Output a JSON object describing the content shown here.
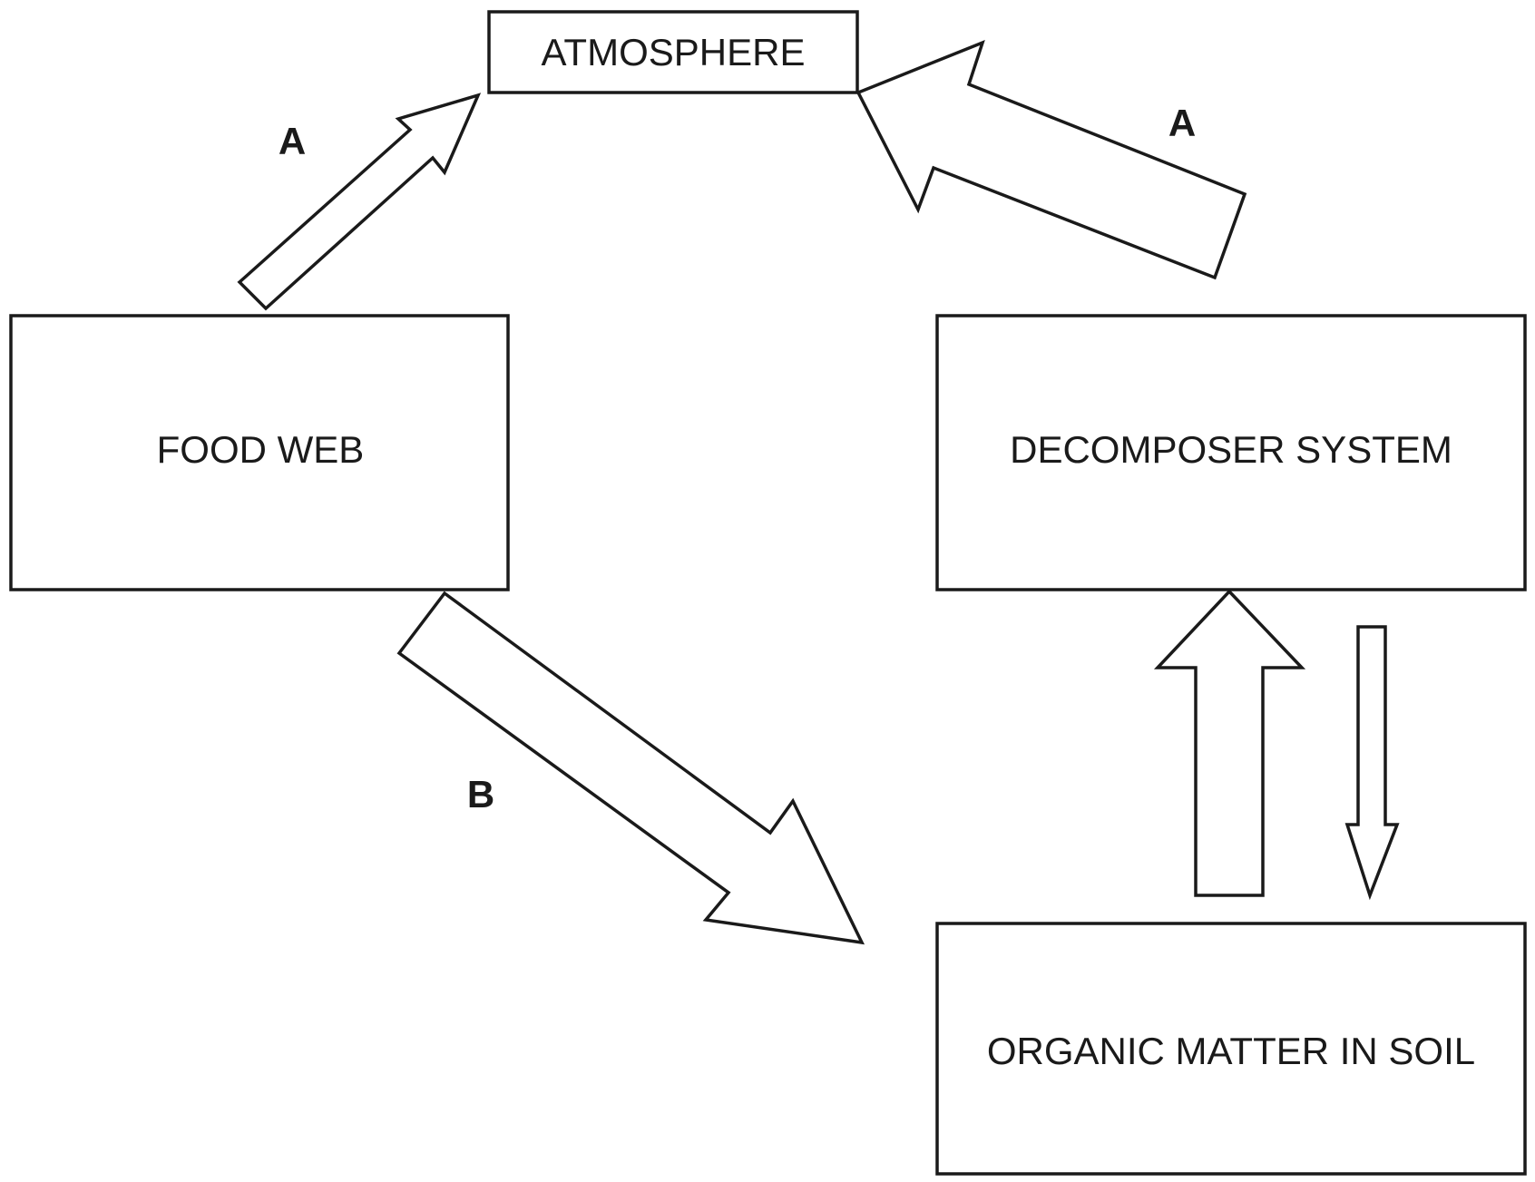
{
  "diagram": {
    "nodes": {
      "atmosphere": "ATMOSPHERE",
      "food_web": "FOOD WEB",
      "decomposer_system": "DECOMPOSER SYSTEM",
      "organic_matter": "ORGANIC MATTER IN SOIL"
    },
    "flows": {
      "food_web_to_atmosphere": "A",
      "decomposer_to_atmosphere": "A",
      "food_web_to_soil": "B"
    }
  }
}
